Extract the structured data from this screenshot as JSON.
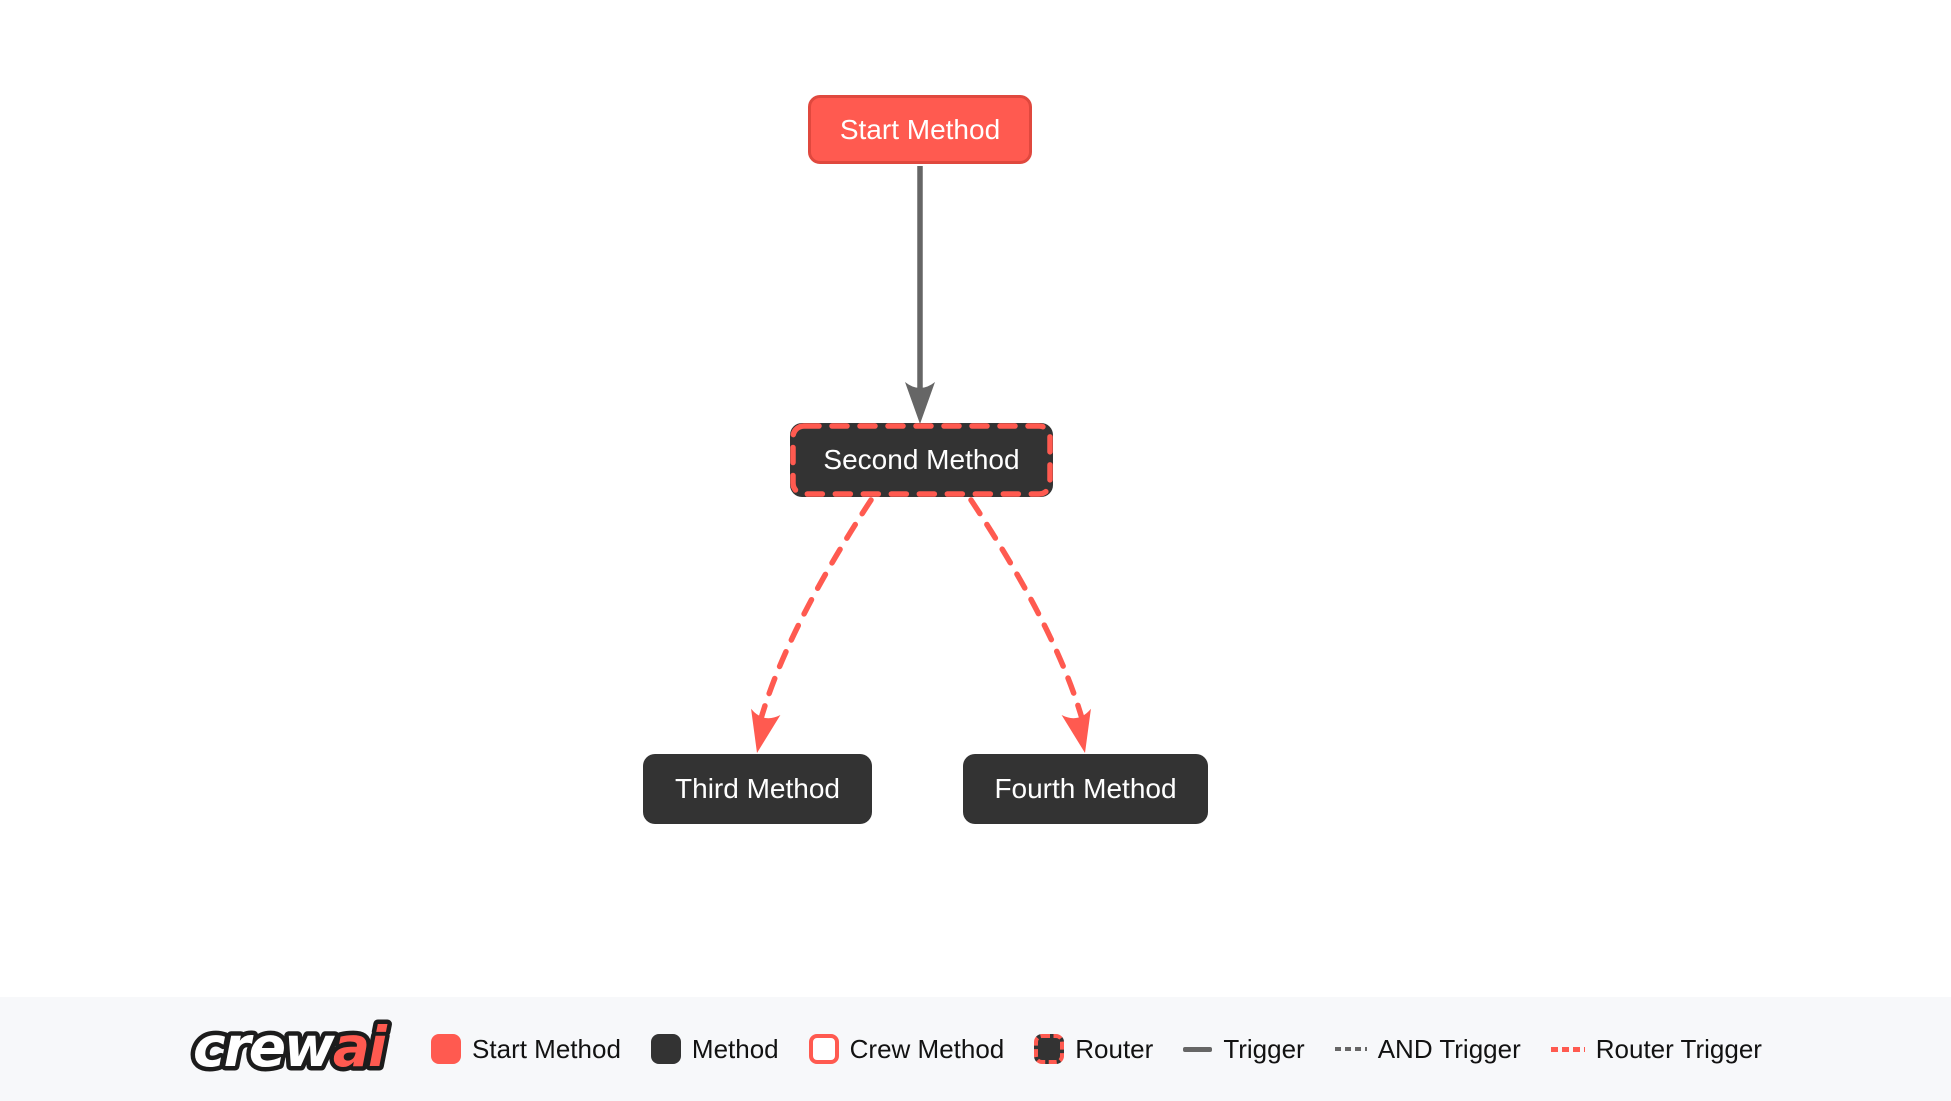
{
  "diagram": {
    "nodes": [
      {
        "label": "Start Method",
        "type": "start-method"
      },
      {
        "label": "Second Method",
        "type": "router"
      },
      {
        "label": "Third Method",
        "type": "method"
      },
      {
        "label": "Fourth Method",
        "type": "method"
      }
    ],
    "edges": [
      {
        "from": "Start Method",
        "to": "Second Method",
        "type": "trigger"
      },
      {
        "from": "Second Method",
        "to": "Third Method",
        "type": "router-trigger"
      },
      {
        "from": "Second Method",
        "to": "Fourth Method",
        "type": "router-trigger"
      }
    ]
  },
  "legend": {
    "logo": {
      "part1": "crew",
      "part2": "ai"
    },
    "items": [
      {
        "label": "Start Method"
      },
      {
        "label": "Method"
      },
      {
        "label": "Crew Method"
      },
      {
        "label": "Router"
      },
      {
        "label": "Trigger"
      },
      {
        "label": "AND Trigger"
      },
      {
        "label": "Router Trigger"
      }
    ]
  },
  "colors": {
    "accent": "#FF5A50",
    "accent_border": "#E0483E",
    "node_dark": "#333333",
    "edge_gray": "#666666",
    "legend_bg": "#F7F8FA",
    "canvas_bg": "#FFFFFF",
    "node_text": "#FFFFFF",
    "legend_text": "#121212",
    "logo_outline": "#1C1C1C"
  }
}
